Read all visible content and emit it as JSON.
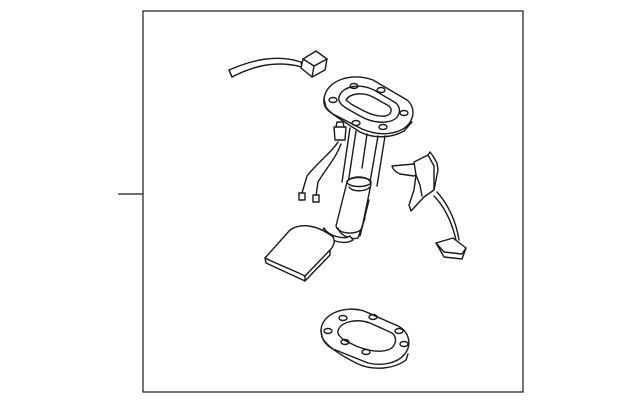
{
  "diagram": {
    "background_color": "#ffffff",
    "line_color": "#1a1a1a",
    "parts": [
      {
        "name": "wiring-harness",
        "icon": "harness-connector-icon"
      },
      {
        "name": "fuel-pump-assembly",
        "icon": "fuel-pump-icon"
      },
      {
        "name": "fuel-level-sender",
        "icon": "float-arm-icon"
      },
      {
        "name": "mounting-gasket",
        "icon": "gasket-icon"
      }
    ]
  }
}
